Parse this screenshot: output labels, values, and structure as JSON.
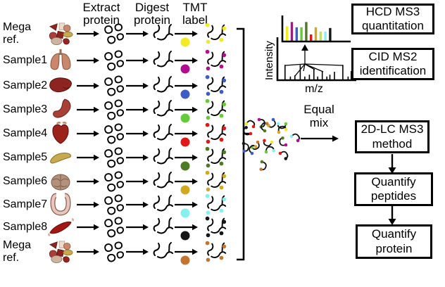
{
  "headers": {
    "extract": "Extract\nprotein",
    "digest": "Digest\nprotein",
    "tmt": "TMT\nlabel"
  },
  "rows": [
    {
      "label": "Mega ref.",
      "icon": "multi-organ-icon",
      "tmt_color": "#f2ea25",
      "tmt_color_name": "yellow"
    },
    {
      "label": "Sample1",
      "icon": "lungs-icon",
      "tmt_color": "#b00e8e",
      "tmt_color_name": "magenta"
    },
    {
      "label": "Sample2",
      "icon": "liver-icon",
      "tmt_color": "#3e5cc4",
      "tmt_color_name": "blue"
    },
    {
      "label": "Sample3",
      "icon": "stomach-icon",
      "tmt_color": "#66cb38",
      "tmt_color_name": "green"
    },
    {
      "label": "Sample4",
      "icon": "heart-icon",
      "tmt_color": "#e11817",
      "tmt_color_name": "red"
    },
    {
      "label": "Sample5",
      "icon": "pancreas-icon",
      "tmt_color": "#4e7a23",
      "tmt_color_name": "olive-green"
    },
    {
      "label": "Sample6",
      "icon": "brain-icon",
      "tmt_color": "#d2a81e",
      "tmt_color_name": "gold"
    },
    {
      "label": "Sample7",
      "icon": "intestine-icon",
      "tmt_color": "#86f0f0",
      "tmt_color_name": "cyan"
    },
    {
      "label": "Sample8",
      "icon": "muscle-icon",
      "tmt_color": "#161616",
      "tmt_color_name": "black"
    },
    {
      "label": "Mega ref.",
      "icon": "multi-organ-icon",
      "tmt_color": "#c4742e",
      "tmt_color_name": "orange"
    }
  ],
  "mix_label": "Equal\nmix",
  "boxes": {
    "hcd": "HCD MS3\nquantitation",
    "cid": "CID MS2\nidentification",
    "lc": "2D-LC MS3\nmethod",
    "qp": "Quantify\npeptides",
    "qprot": "Quantify\nprotein"
  },
  "chart_data": [
    {
      "type": "bar",
      "name": "CID MS2 identification spectrum",
      "xlabel": "m/z",
      "ylabel": "Intensity",
      "axis_tick_labels": "none",
      "bar_color": "#000000",
      "x_rel": [
        0.1,
        0.17,
        0.23,
        0.3,
        0.36,
        0.42,
        0.48,
        0.53,
        0.59,
        0.65,
        0.69,
        0.75,
        0.86,
        0.93,
        0.97
      ],
      "rel_intensity": [
        0.42,
        0.1,
        0.13,
        0.42,
        0.1,
        0.15,
        0.29,
        0.1,
        0.23,
        0.1,
        0.15,
        0.23,
        0.42,
        0.1,
        0.25
      ]
    },
    {
      "type": "bar",
      "name": "HCD MS3 reporter-ion spectrum (10 TMT channels)",
      "xlabel": "",
      "ylabel": "",
      "axis_tick_labels": "none",
      "colors": [
        "#f2ea25",
        "#b00e8e",
        "#3e5cc4",
        "#66cb38",
        "#4e7a23",
        "#e11817",
        "#d2a81e",
        "#bfe06a",
        "#86f0f0",
        "#161616"
      ],
      "rel_intensity": [
        0.62,
        0.8,
        0.58,
        0.58,
        0.8,
        0.28,
        0.58,
        0.4,
        0.4,
        0.55
      ]
    }
  ]
}
